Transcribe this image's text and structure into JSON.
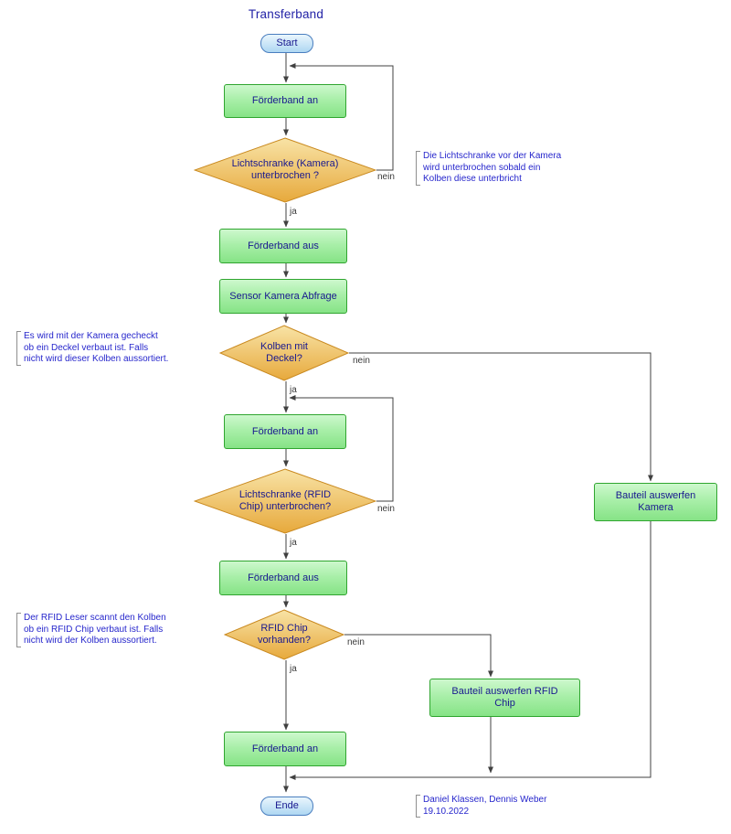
{
  "title": "Transferband",
  "labels": {
    "yes": "ja",
    "no": "nein"
  },
  "nodes": {
    "start": "Start",
    "foerderband_an_1": "Förderband an",
    "lichtschranke_kamera": "Lichtschranke (Kamera) unterbrochen ?",
    "foerderband_aus_1": "Förderband aus",
    "sensor_kamera_abfrage": "Sensor Kamera Abfrage",
    "kolben_mit_deckel": "Kolben mit Deckel?",
    "foerderband_an_2": "Förderband an",
    "lichtschranke_rfid": "Lichtschranke (RFID Chip) unterbrochen?",
    "foerderband_aus_2": "Förderband aus",
    "rfid_chip_vorhanden": "RFID Chip vorhanden?",
    "bauteil_auswerfen_kamera": "Bauteil auswerfen Kamera",
    "bauteil_auswerfen_rfid_chip": "Bauteil auswerfen RFID Chip",
    "foerderband_an_3": "Förderband an",
    "ende": "Ende"
  },
  "annotations": {
    "lichtschranke_kamera_note": "Die Lichtschranke vor der Kamera\nwird unterbrochen sobald ein\nKolben diese unterbricht",
    "kamera_check_note": "Es wird mit der Kamera gecheckt\nob ein Deckel verbaut ist. Falls\nnicht wird dieser Kolben aussortiert.",
    "rfid_check_note": "Der RFID Leser scannt den Kolben\nob ein RFID Chip verbaut ist. Falls\nnicht wird der Kolben aussortiert.",
    "footer": "Daniel Klassen, Dennis Weber\n19.10.2022"
  },
  "colors": {
    "process_fill_top": "#cdf8cd",
    "process_fill_bottom": "#86e386",
    "process_border": "#2fa52f",
    "decision_fill_top": "#f8e3a6",
    "decision_fill_bottom": "#e7a93c",
    "decision_border": "#c9891f",
    "terminal_fill_top": "#eaf6fd",
    "terminal_fill_bottom": "#aed7f2",
    "terminal_border": "#4a7ebf",
    "node_text": "#18188f",
    "annotation_text": "#2626cc",
    "line": "#404040"
  }
}
